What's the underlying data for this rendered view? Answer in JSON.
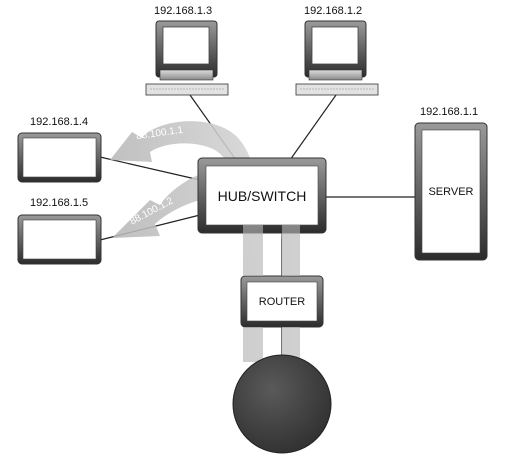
{
  "nodes": {
    "pc_left": {
      "ip": "192.168.1.3"
    },
    "pc_right": {
      "ip": "192.168.1.2"
    },
    "device_top": {
      "ip": "192.168.1.4"
    },
    "device_bottom": {
      "ip": "192.168.1.5"
    },
    "hub_switch": {
      "label": "HUB/SWITCH"
    },
    "server": {
      "label": "SERVER",
      "ip": "192.168.1.1"
    },
    "router": {
      "label": "ROUTER"
    }
  },
  "flows": {
    "upper": {
      "ip": "88.100.1.1"
    },
    "lower": {
      "ip": "88.100.1.2"
    }
  },
  "colors": {
    "flow": "#c4c4c4",
    "box_frame": "#505050",
    "cloud": "#454545"
  }
}
